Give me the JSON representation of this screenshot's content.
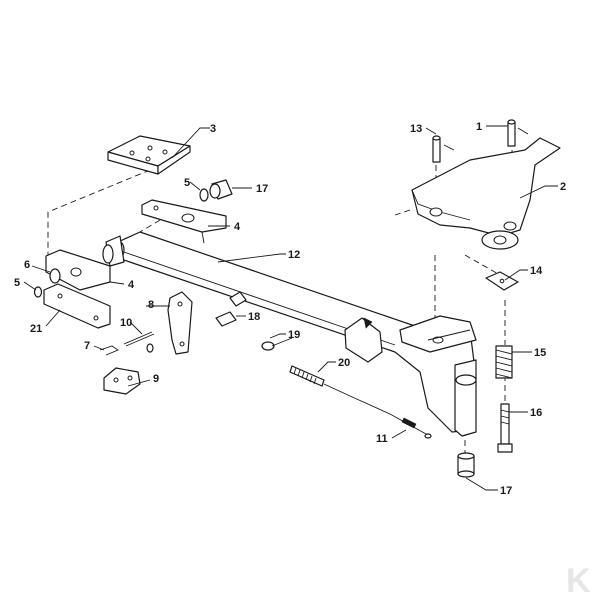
{
  "labels": {
    "l1": "1",
    "l2": "2",
    "l3": "3",
    "l4a": "4",
    "l4b": "4",
    "l5a": "5",
    "l5b": "5",
    "l6": "6",
    "l7": "7",
    "l8": "8",
    "l9": "9",
    "l10": "10",
    "l11": "11",
    "l12": "12",
    "l13": "13",
    "l14": "14",
    "l15": "15",
    "l16": "16",
    "l17a": "17",
    "l17b": "17",
    "l18": "18",
    "l19": "19",
    "l20": "20",
    "l21": "21"
  },
  "watermark": "K",
  "colors": {
    "line": "#1a1a1a",
    "watermark": "#e6e6e6"
  }
}
